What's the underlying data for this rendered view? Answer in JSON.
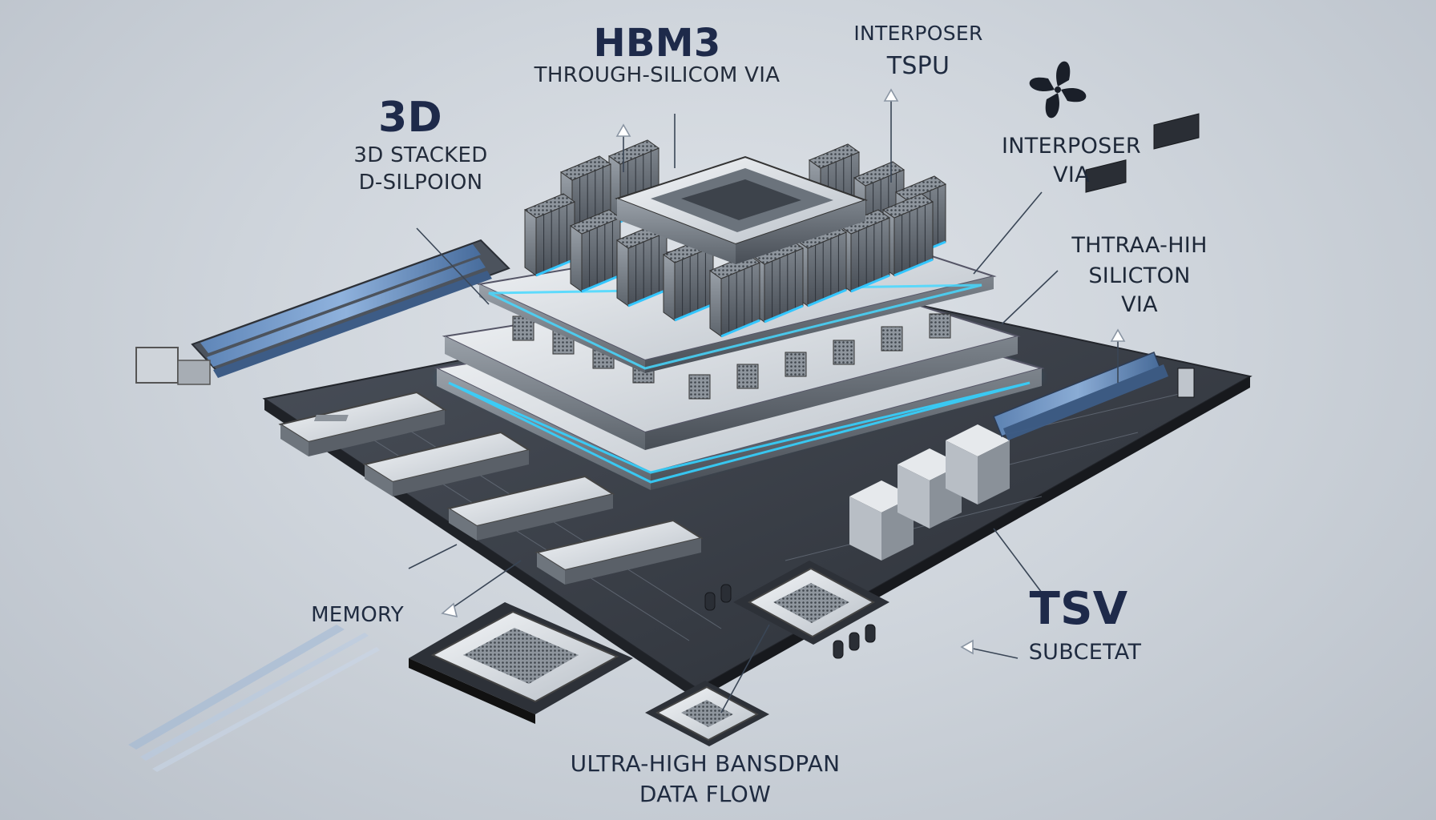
{
  "labels": {
    "hbm3_title": "HBM3",
    "hbm3_subtitle": "THROUGH-SILICOM VIA",
    "stack_title": "3D",
    "stack_line1": "3D STACKED",
    "stack_line2": "D-SILPOION",
    "top_right_line1": "INTERPOSER",
    "top_right_line2": "TSPU",
    "right_via_line1": "INTERPOSER",
    "right_via_line2": "VIA",
    "ultra_line1": "THTRAA-HIH",
    "ultra_line2": "SILICTON",
    "ultra_line3": "VIA",
    "memory": "MEMORY",
    "tsv_title": "TSV",
    "tsv_subtitle": "SUBCETAT",
    "flow_line1": "ULTRA-HIGH BANSDPAN",
    "flow_line2": "DATA FLOW"
  },
  "icons": [
    "fan-icon"
  ],
  "colors": {
    "accent_glow": "#33c6ff",
    "text_dark": "#1e2a4a",
    "metal_light": "#e9ecef",
    "metal_dark": "#5e6670",
    "board": "#3a3f48"
  }
}
